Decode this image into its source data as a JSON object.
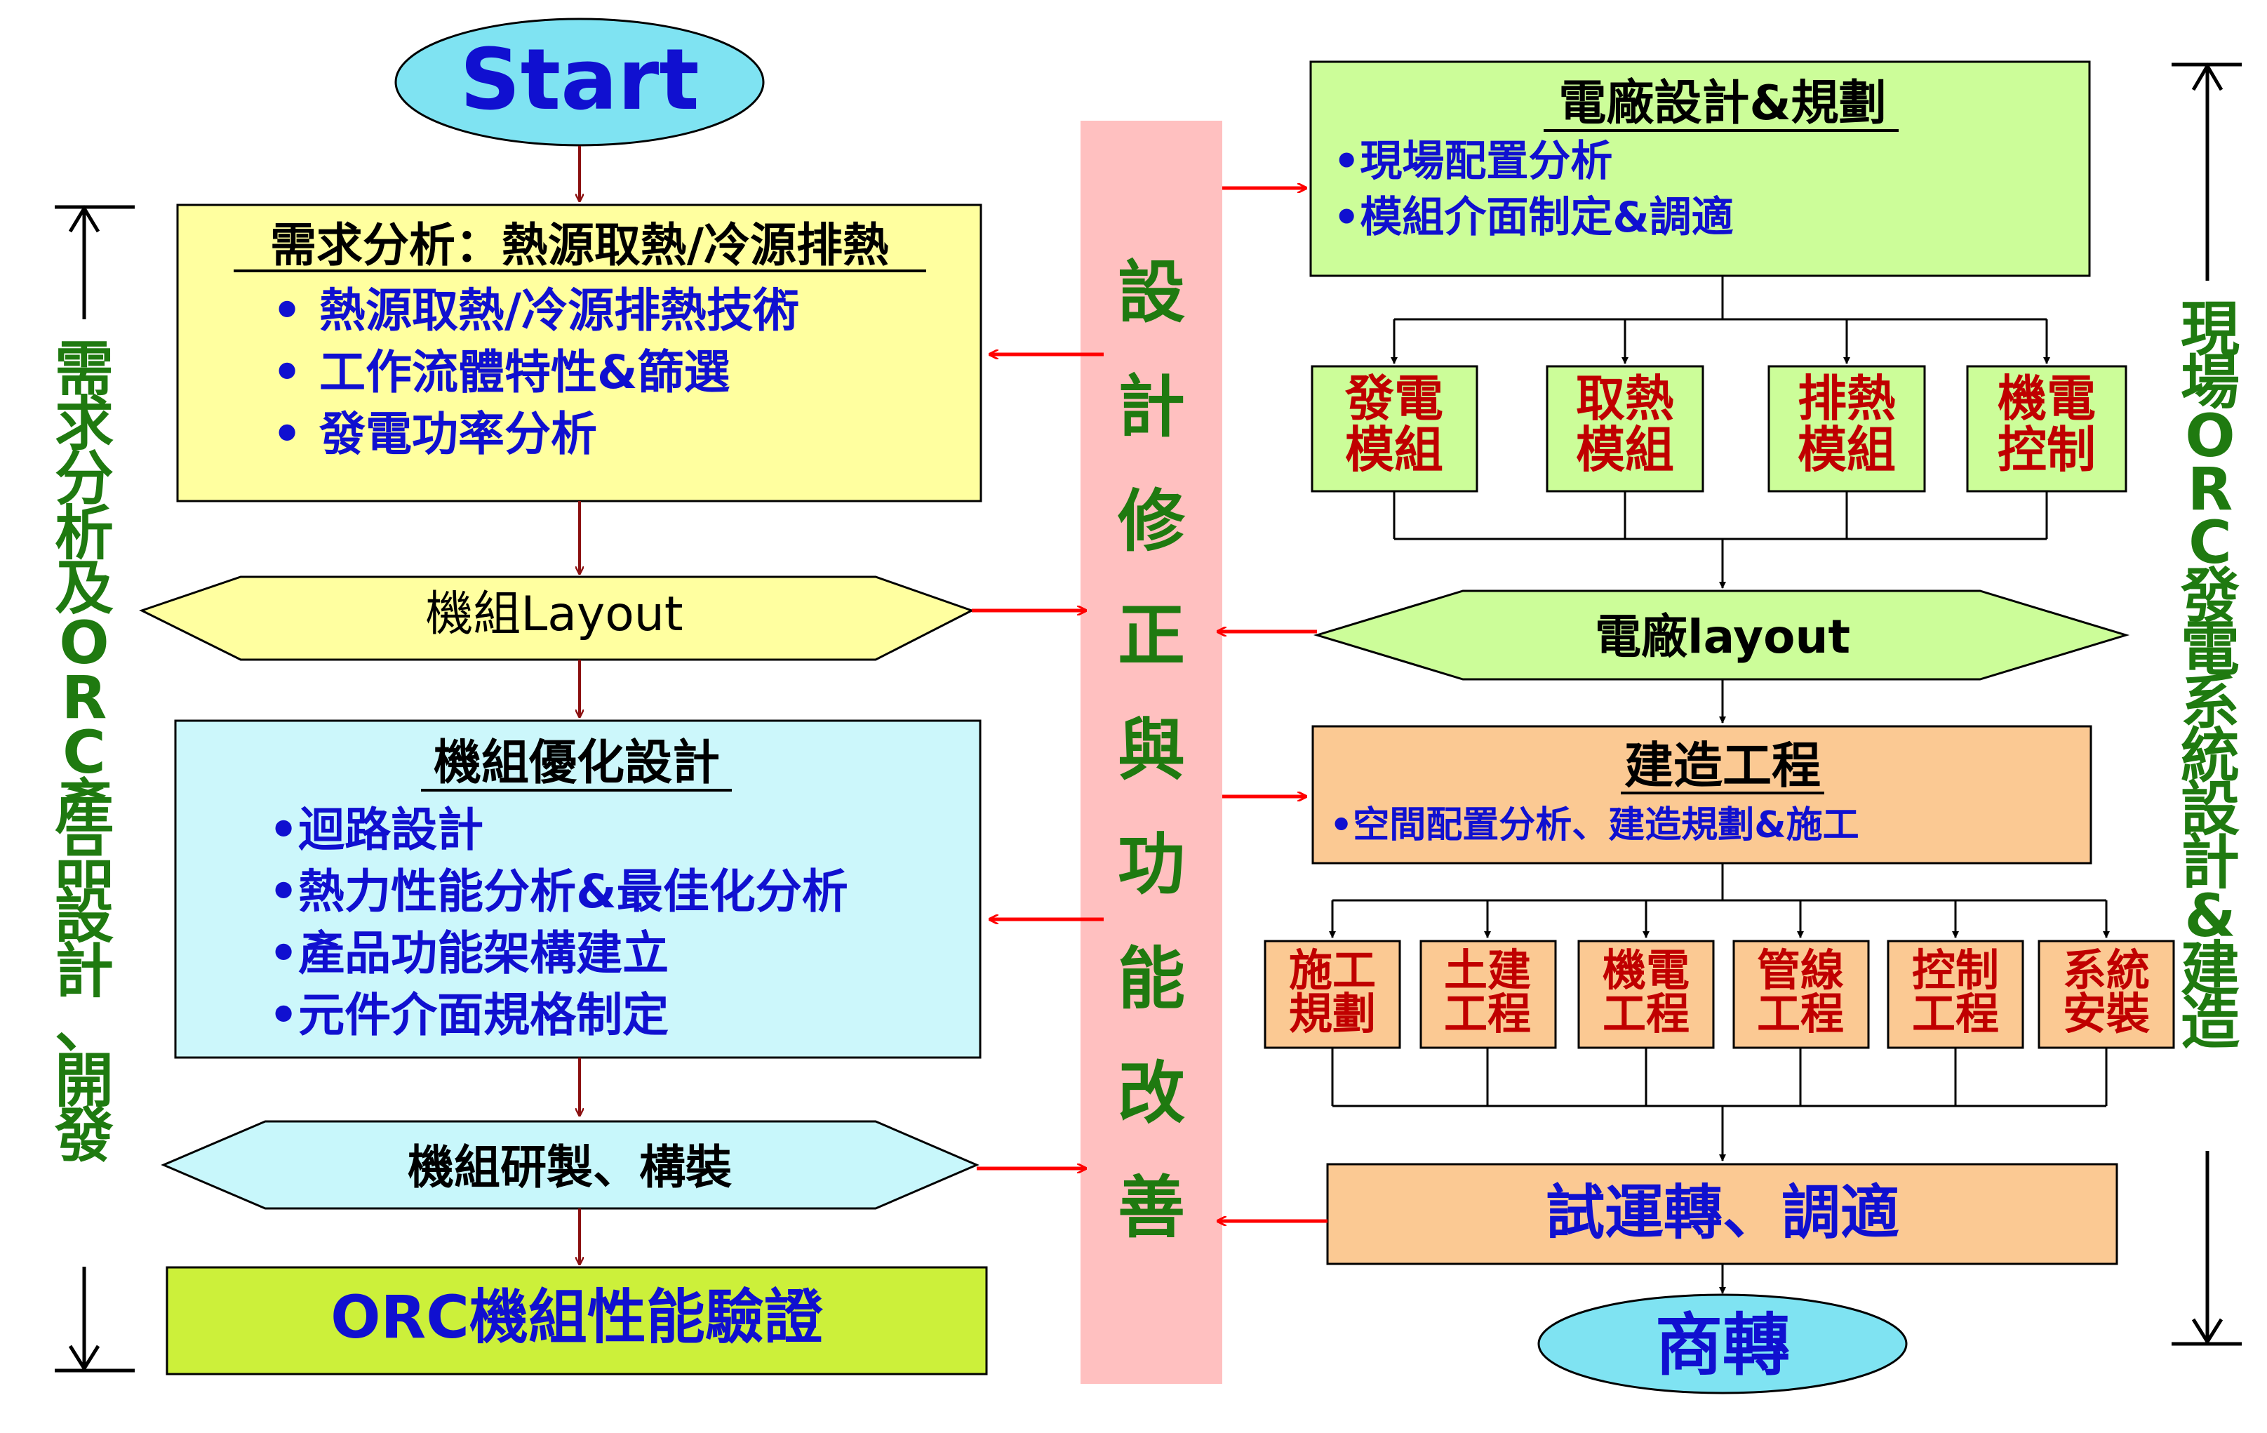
{
  "start_label": "Start",
  "left_side_label": "需求分析及ORC產品設計、開發",
  "right_side_label": "現場ORC發電系統設計&建造",
  "center_label": "設計修正與功能改善",
  "demand_box": {
    "title": "需求分析：熱源取熱/冷源排熱",
    "items": [
      "熱源取熱/冷源排熱技術",
      "工作流體特性&篩選",
      "發電功率分析"
    ]
  },
  "unit_layout_label": "機組Layout",
  "optimization_box": {
    "title": "機組優化設計",
    "items": [
      "•迴路設計",
      "•熱力性能分析&最佳化分析",
      "•產品功能架構建立",
      "•元件介面規格制定"
    ]
  },
  "unit_build_label": "機組研製、構裝",
  "orc_verify_label": "ORC機組性能驗證",
  "plant_design_box": {
    "title": "電廠設計&規劃",
    "items": [
      "•現場配置分析",
      "•模組介面制定&調適"
    ]
  },
  "modules": [
    {
      "line1": "發電",
      "line2": "模組"
    },
    {
      "line1": "取熱",
      "line2": "模組"
    },
    {
      "line1": "排熱",
      "line2": "模組"
    },
    {
      "line1": "機電",
      "line2": "控制"
    }
  ],
  "plant_layout_label": "電廠layout",
  "construction_box": {
    "title": "建造工程",
    "items": [
      "•空間配置分析、建造規劃&施工"
    ]
  },
  "works": [
    {
      "line1": "施工",
      "line2": "規劃"
    },
    {
      "line1": "土建",
      "line2": "工程"
    },
    {
      "line1": "機電",
      "line2": "工程"
    },
    {
      "line1": "管線",
      "line2": "工程"
    },
    {
      "line1": "控制",
      "line2": "工程"
    },
    {
      "line1": "系統",
      "line2": "安裝"
    }
  ],
  "trial_run_label": "試運轉、調適",
  "commercial_label": "商轉",
  "colors": {
    "ellipse_fill": "#7fe3f2",
    "start_text": "#1010d0",
    "demand_fill": "#ffff9f",
    "hex_yellow_fill": "#ffffa0",
    "optimization_fill": "#ccf7fb",
    "hex_cyan_fill": "#c8f7fb",
    "verify_fill": "#ccf03a",
    "plant_design_fill": "#ccfd99",
    "module_fill": "#ccfd99",
    "module_text": "#c00000",
    "hex_green_fill": "#ccfd99",
    "construction_fill": "#fbc993",
    "work_fill": "#fbc993",
    "trial_fill": "#fbc993",
    "center_band": "#ffc0c0",
    "center_text": "#1f7a10",
    "side_text": "#1f7a10",
    "blue_text": "#1010d0",
    "red_arrow": "#ff0000",
    "dark_red_arrow": "#8b1010"
  }
}
